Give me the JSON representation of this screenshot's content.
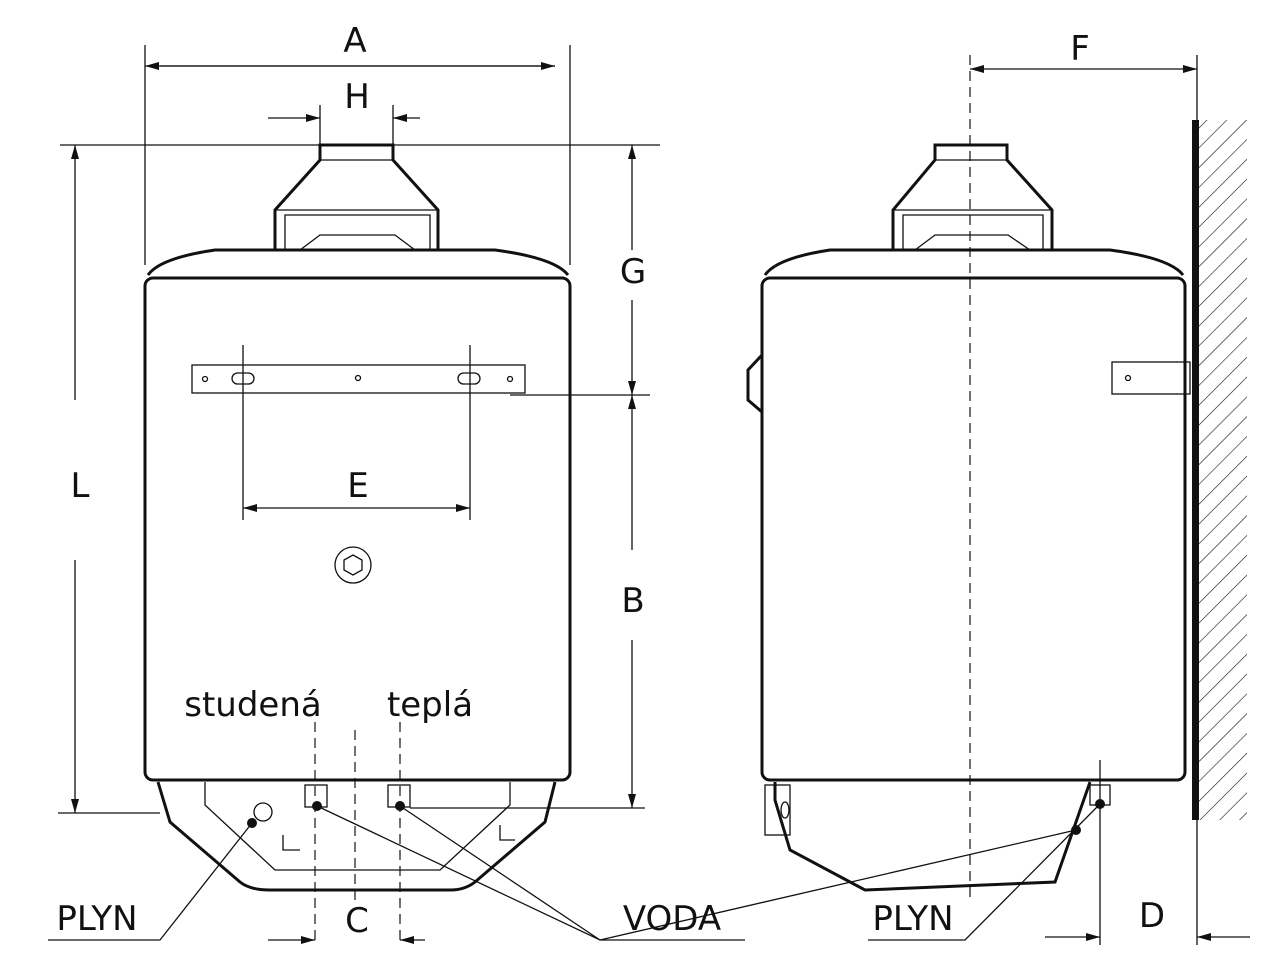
{
  "dimensions": {
    "A": "A",
    "H": "H",
    "F": "F",
    "G": "G",
    "L": "L",
    "E": "E",
    "B": "B",
    "C": "C",
    "D": "D"
  },
  "labels": {
    "cold": "studená",
    "hot": "teplá",
    "gas_front": "PLYN",
    "water": "VODA",
    "gas_side": "PLYN"
  }
}
